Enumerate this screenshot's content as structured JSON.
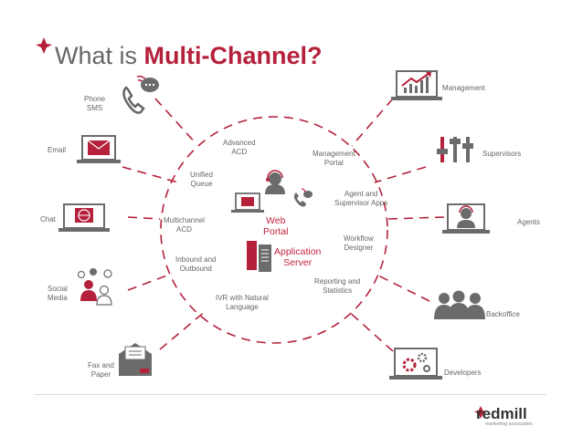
{
  "title": {
    "prefix": "What is ",
    "emphasis": "Multi-Channel?"
  },
  "outer_left": {
    "phone_sms": [
      "Phone",
      "SMS"
    ],
    "email": "Email",
    "chat": "Chat",
    "social_media": [
      "Social",
      "Media"
    ],
    "fax_paper": [
      "Fax and",
      "Paper"
    ]
  },
  "outer_right": {
    "management": "Management",
    "supervisors": "Supervisors",
    "agents": "Agents",
    "backoffice": "Backoffice",
    "developers": "Developers"
  },
  "inner": {
    "advanced_acd": [
      "Advanced",
      "ACD"
    ],
    "unified_queue": [
      "Unified",
      "Queue"
    ],
    "multichannel_acd": [
      "Multichannel",
      "ACD"
    ],
    "inbound_outbound": [
      "Inbound and",
      "Outbound"
    ],
    "ivr": [
      "IVR with Natural",
      "Language"
    ],
    "management_portal": [
      "Management",
      "Portal"
    ],
    "agent_supervisor_apps": [
      "Agent and",
      "Supervisor Apps"
    ],
    "workflow_designer": [
      "Workflow",
      "Designer"
    ],
    "reporting_statistics": [
      "Reporting and",
      "Statistics"
    ]
  },
  "center": {
    "web_portal": [
      "Web",
      "Portal"
    ],
    "app_server": [
      "Application",
      "Server"
    ]
  },
  "brand": {
    "name": "redmill",
    "tagline": "marketing associates"
  },
  "colors": {
    "accent": "#c0223d",
    "icon_gray": "#6b6b6b",
    "text": "#666666"
  },
  "icons": [
    "phone-sms-icon",
    "email-laptop-icon",
    "chat-laptop-icon",
    "social-people-icon",
    "fax-envelope-icon",
    "management-chart-icon",
    "supervisors-sliders-icon",
    "agents-headset-icon",
    "backoffice-people-icon",
    "developers-gears-icon",
    "logo-star-icon"
  ]
}
